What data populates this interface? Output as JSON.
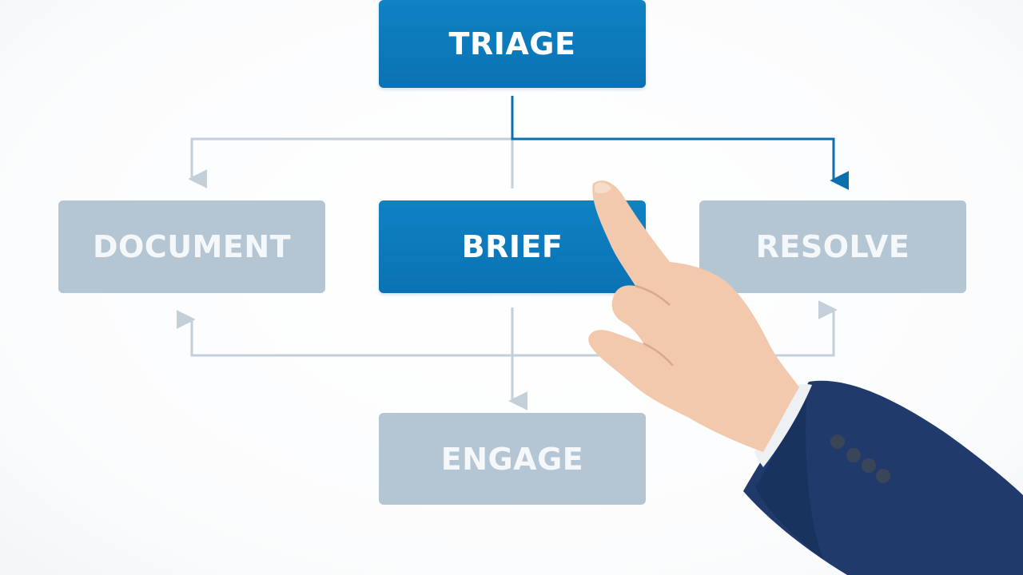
{
  "diagram": {
    "nodes": [
      {
        "id": "triage",
        "label": "TRIAGE",
        "state": "active"
      },
      {
        "id": "document",
        "label": "DOCUMENT",
        "state": "inactive"
      },
      {
        "id": "brief",
        "label": "BRIEF",
        "state": "active"
      },
      {
        "id": "resolve",
        "label": "RESOLVE",
        "state": "inactive"
      },
      {
        "id": "engage",
        "label": "ENGAGE",
        "state": "inactive"
      }
    ],
    "edges": [
      {
        "from": "triage",
        "to": "document",
        "state": "inactive"
      },
      {
        "from": "triage",
        "to": "brief",
        "state": "inactive"
      },
      {
        "from": "triage",
        "to": "resolve",
        "state": "active"
      },
      {
        "from": "brief",
        "to": "engage",
        "state": "inactive"
      },
      {
        "from": "brief",
        "to": "document",
        "state": "inactive"
      },
      {
        "from": "brief",
        "to": "resolve",
        "state": "inactive"
      }
    ]
  },
  "colors": {
    "active": "#0b76b8",
    "inactive": "#b4c5d4",
    "connector_active": "#0b6fae",
    "connector_inactive": "#c3cfd9",
    "suit": "#1f3a6b",
    "skin": "#f2c9ad"
  },
  "overlay": {
    "icon": "pointing-hand-icon"
  }
}
